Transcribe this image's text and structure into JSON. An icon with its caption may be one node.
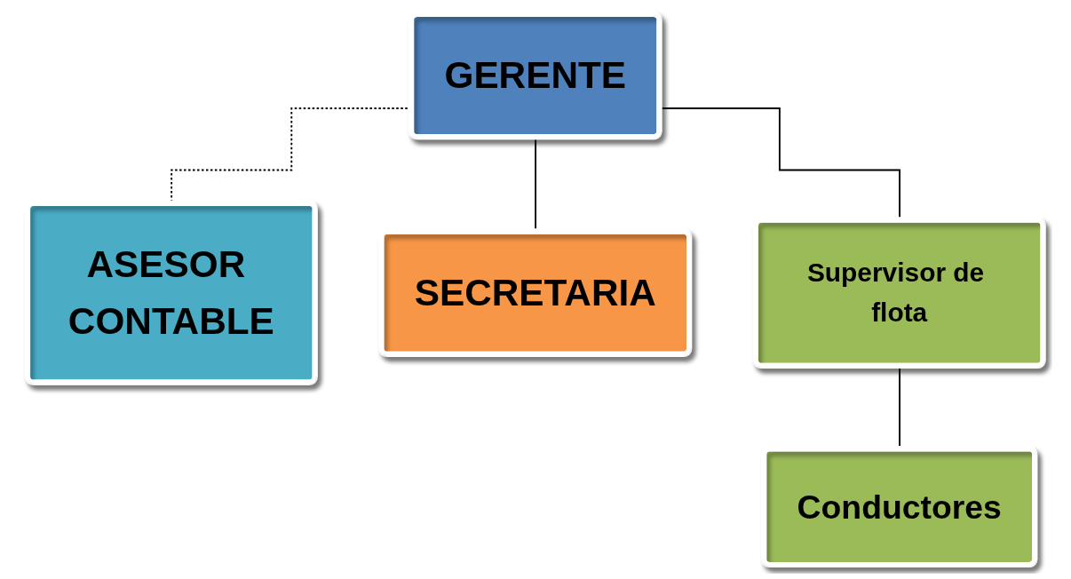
{
  "diagram": {
    "nodes": [
      {
        "text": [
          "GERENTE"
        ]
      },
      {
        "text": [
          "ASESOR CONTABLE"
        ]
      },
      {
        "text": [
          "SECRETARIA"
        ]
      },
      {
        "text": [
          "Supervisor de flota"
        ]
      },
      {
        "text": [
          "Conductores"
        ]
      }
    ],
    "edges": [
      {
        "from": 0,
        "to": 1,
        "arrow": "none",
        "style": "dashed"
      },
      {
        "from": 0,
        "to": 2,
        "arrow": "none"
      },
      {
        "from": 0,
        "to": 3,
        "arrow": "none"
      },
      {
        "from": 3,
        "to": 4,
        "arrow": "none"
      }
    ]
  }
}
